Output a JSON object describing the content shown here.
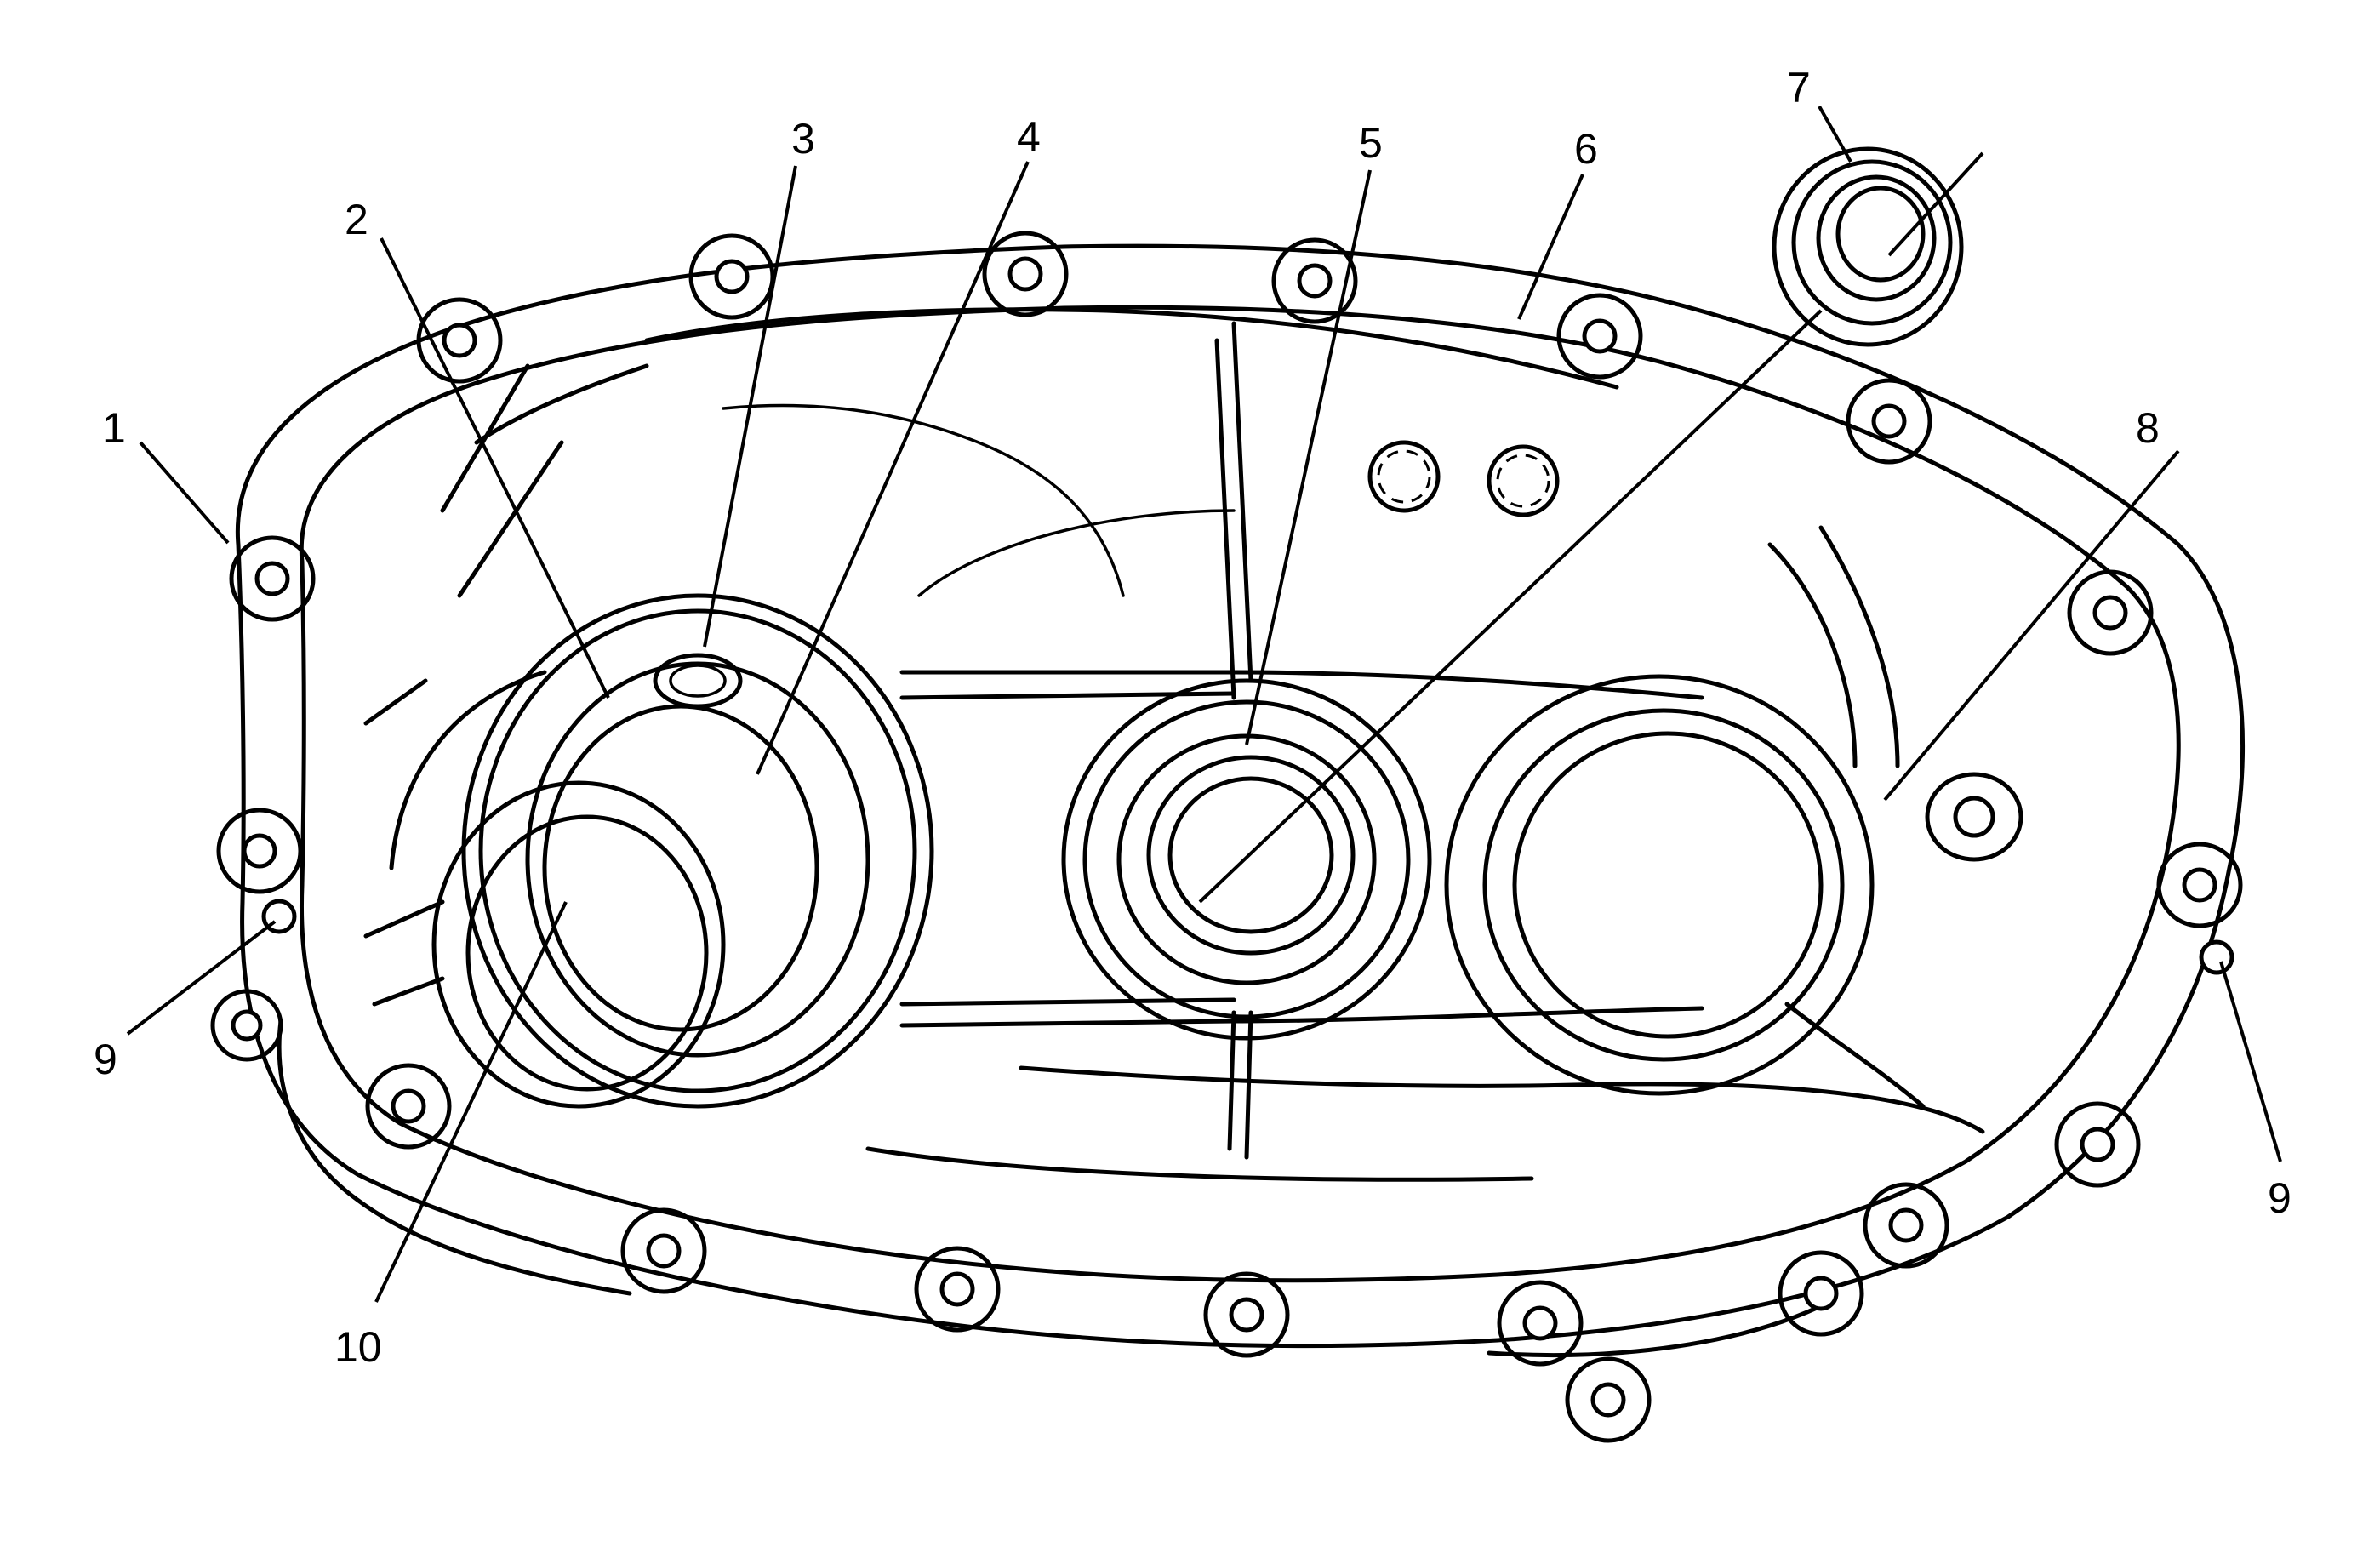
{
  "callouts": [
    {
      "id": "c1",
      "text": "1"
    },
    {
      "id": "c2",
      "text": "2"
    },
    {
      "id": "c3",
      "text": "3"
    },
    {
      "id": "c4",
      "text": "4"
    },
    {
      "id": "c5",
      "text": "5"
    },
    {
      "id": "c6",
      "text": "6"
    },
    {
      "id": "c7",
      "text": "7"
    },
    {
      "id": "c8",
      "text": "8"
    },
    {
      "id": "c9a",
      "text": "9"
    },
    {
      "id": "c9b",
      "text": "9"
    },
    {
      "id": "c10",
      "text": "10"
    }
  ]
}
